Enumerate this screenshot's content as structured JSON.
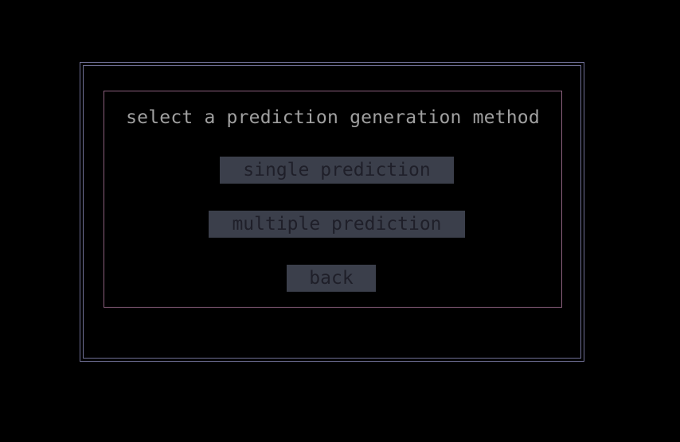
{
  "dialog": {
    "title": "select a prediction generation method",
    "buttons": {
      "single": "single prediction",
      "multiple": "multiple prediction",
      "back": "back"
    }
  },
  "colors": {
    "background": "#000000",
    "outer_border": "#6f6f95",
    "inner_border": "#8a5f7c",
    "title_text": "#a0a0a0",
    "button_bg": "#3b3f4b",
    "button_text": "#1f1f29"
  }
}
